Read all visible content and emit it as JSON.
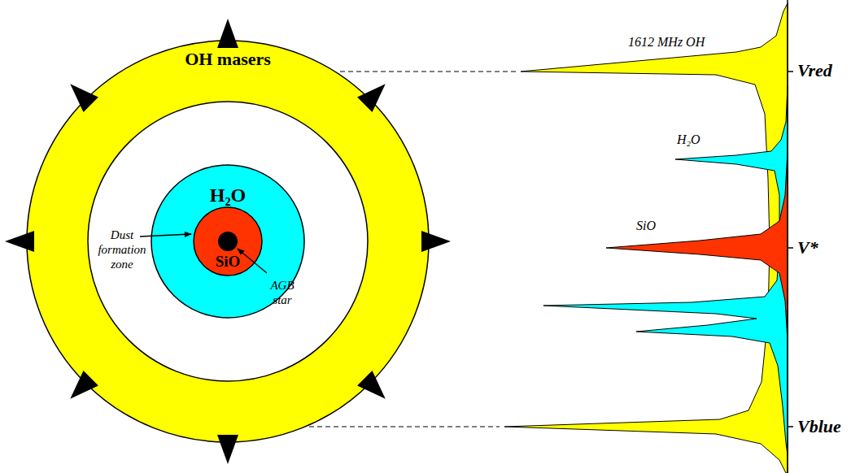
{
  "diagram": {
    "nodes": [
      {
        "text": [
          "OH masers"
        ]
      },
      {
        "text": [
          "H₂O"
        ],
        "in": 0
      },
      {
        "text": [
          "SiO"
        ],
        "in": 1
      }
    ],
    "labels": [
      "Dust formation zone",
      "AGB star",
      "1612 MHz OH",
      "H₂O",
      "SiO",
      "Vred",
      "V*",
      "Vblue"
    ]
  }
}
